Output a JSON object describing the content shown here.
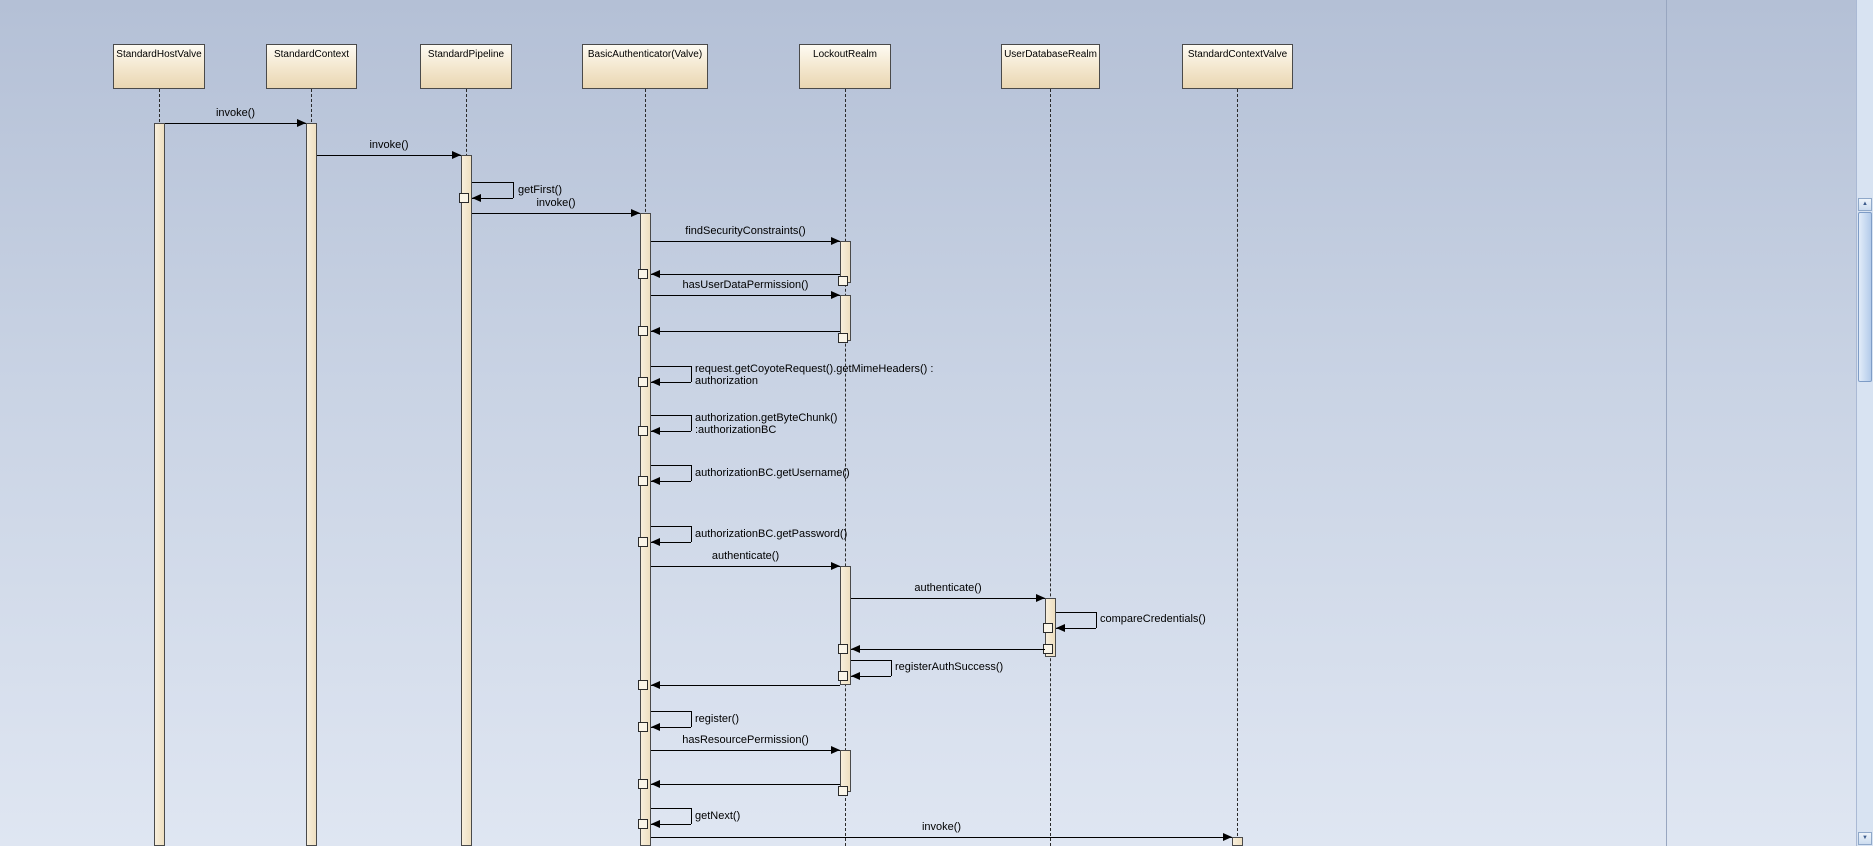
{
  "diagram": {
    "type": "uml-sequence",
    "participants": [
      {
        "name": "StandardHostValve"
      },
      {
        "name": "StandardContext"
      },
      {
        "name": "StandardPipeline"
      },
      {
        "name": "BasicAuthenticator(Valve)"
      },
      {
        "name": "LockoutRealm"
      },
      {
        "name": "UserDatabaseRealm"
      },
      {
        "name": "StandardContextValve"
      }
    ],
    "messages": [
      {
        "label": "invoke()",
        "kind": "call",
        "from": "StandardHostValve",
        "to": "StandardContext"
      },
      {
        "label": "invoke()",
        "kind": "call",
        "from": "StandardContext",
        "to": "StandardPipeline"
      },
      {
        "label": "getFirst()",
        "kind": "self",
        "from": "StandardPipeline",
        "to": "StandardPipeline"
      },
      {
        "label": "invoke()",
        "kind": "call",
        "from": "StandardPipeline",
        "to": "BasicAuthenticator(Valve)"
      },
      {
        "label": "findSecurityConstraints()",
        "kind": "call",
        "from": "BasicAuthenticator(Valve)",
        "to": "LockoutRealm"
      },
      {
        "label": "",
        "kind": "return",
        "from": "LockoutRealm",
        "to": "BasicAuthenticator(Valve)"
      },
      {
        "label": "hasUserDataPermission()",
        "kind": "call",
        "from": "BasicAuthenticator(Valve)",
        "to": "LockoutRealm"
      },
      {
        "label": "",
        "kind": "return",
        "from": "LockoutRealm",
        "to": "BasicAuthenticator(Valve)"
      },
      {
        "label": "request.getCoyoteRequest().getMimeHeaders() :\nauthorization",
        "kind": "self",
        "from": "BasicAuthenticator(Valve)",
        "to": "BasicAuthenticator(Valve)"
      },
      {
        "label": "authorization.getByteChunk()\n:authorizationBC",
        "kind": "self",
        "from": "BasicAuthenticator(Valve)",
        "to": "BasicAuthenticator(Valve)"
      },
      {
        "label": "authorizationBC.getUsername()",
        "kind": "self",
        "from": "BasicAuthenticator(Valve)",
        "to": "BasicAuthenticator(Valve)"
      },
      {
        "label": "authorizationBC.getPassword()",
        "kind": "self",
        "from": "BasicAuthenticator(Valve)",
        "to": "BasicAuthenticator(Valve)"
      },
      {
        "label": "authenticate()",
        "kind": "call",
        "from": "BasicAuthenticator(Valve)",
        "to": "LockoutRealm"
      },
      {
        "label": "authenticate()",
        "kind": "call",
        "from": "LockoutRealm",
        "to": "UserDatabaseRealm"
      },
      {
        "label": "compareCredentials()",
        "kind": "self",
        "from": "UserDatabaseRealm",
        "to": "UserDatabaseRealm"
      },
      {
        "label": "",
        "kind": "return",
        "from": "UserDatabaseRealm",
        "to": "LockoutRealm"
      },
      {
        "label": "registerAuthSuccess()",
        "kind": "self",
        "from": "LockoutRealm",
        "to": "LockoutRealm"
      },
      {
        "label": "",
        "kind": "return",
        "from": "LockoutRealm",
        "to": "BasicAuthenticator(Valve)"
      },
      {
        "label": "register()",
        "kind": "self",
        "from": "BasicAuthenticator(Valve)",
        "to": "BasicAuthenticator(Valve)"
      },
      {
        "label": "hasResourcePermission()",
        "kind": "call",
        "from": "BasicAuthenticator(Valve)",
        "to": "LockoutRealm"
      },
      {
        "label": "",
        "kind": "return",
        "from": "LockoutRealm",
        "to": "BasicAuthenticator(Valve)"
      },
      {
        "label": "getNext()",
        "kind": "self",
        "from": "BasicAuthenticator(Valve)",
        "to": "BasicAuthenticator(Valve)"
      },
      {
        "label": "invoke()",
        "kind": "call",
        "from": "BasicAuthenticator(Valve)",
        "to": "StandardContextValve"
      }
    ]
  },
  "ui": {
    "scrollbar": {
      "up_glyph": "▲",
      "down_glyph": "▼"
    }
  },
  "colors": {
    "canvas_top": "#b4c0d6",
    "canvas_bottom": "#dfe6f2",
    "participant_fill": "#f0e2c4",
    "activation_fill": "#f3e8d0",
    "line": "#000000"
  }
}
